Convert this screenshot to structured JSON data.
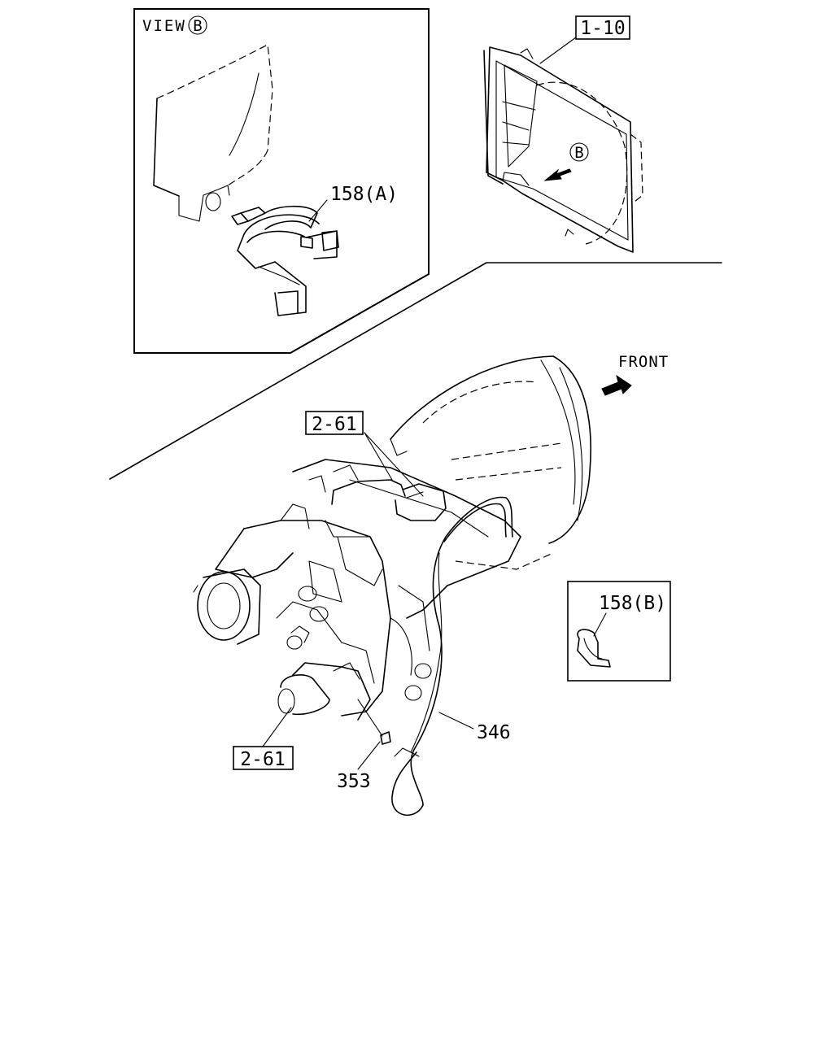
{
  "view_label": "VIEW",
  "view_letter": "B",
  "shroud_marker": "B",
  "front_label": "FRONT",
  "callouts": {
    "shroud_ref": "1-10",
    "clip_a": "158(A)",
    "transfer_ref_top": "2-61",
    "clip_b": "158(B)",
    "dipstick": "346",
    "bolt": "353",
    "transfer_ref_bottom": "2-61"
  }
}
